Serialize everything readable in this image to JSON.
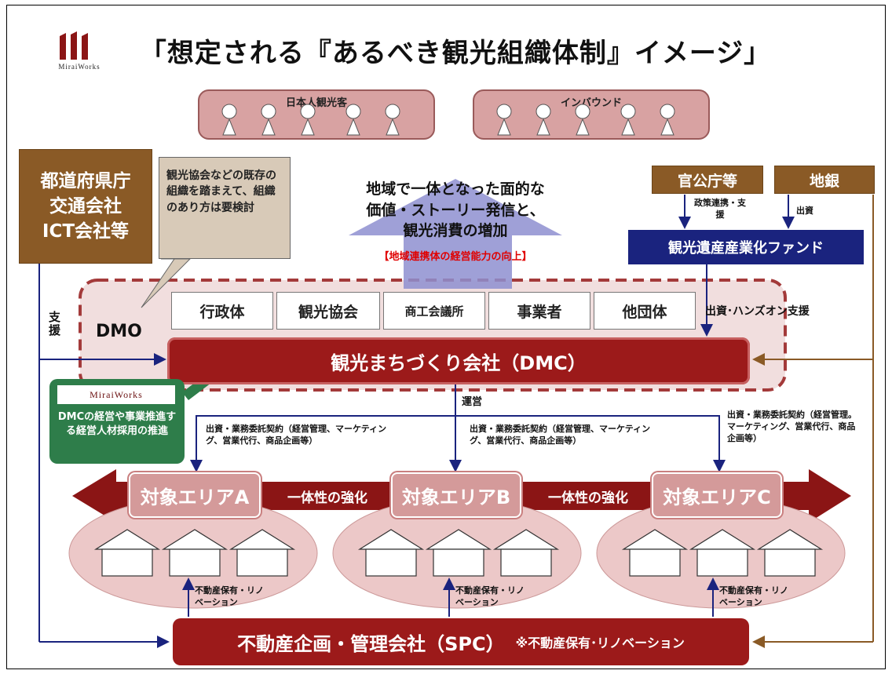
{
  "logo": {
    "text": "MiraiWorks"
  },
  "title": "「想定される『あるべき観光組織体制』イメージ」",
  "tourists": {
    "domestic_label": "日本人観光客",
    "inbound_label": "インバウンド"
  },
  "left_org": {
    "lines": [
      "都道府県庁",
      "交通会社",
      "ICT会社等"
    ]
  },
  "support_label": "支援",
  "callout": "観光協会などの既存の組織を踏まえて、組織のあり方は要検討",
  "center_message": {
    "lines": [
      "地域で一体となった面的な",
      "価値・ストーリー発信と、",
      "観光消費の増加"
    ],
    "sub": "【地域連携体の経営能力の向上】"
  },
  "gov": {
    "label": "官公庁等",
    "flow_label": "政策連携・支援"
  },
  "bank": {
    "label": "地銀",
    "flow_label": "出資"
  },
  "fund": {
    "label": "観光遺産産業化ファンド"
  },
  "dmo": {
    "label": "DMO",
    "members": [
      "行政体",
      "観光協会",
      "商工会議所",
      "事業者",
      "他団体"
    ],
    "hands_on": "出資･ハンズオン支援"
  },
  "dmc": {
    "label": "観光まちづくり会社（DMC）",
    "operate_label": "運営"
  },
  "miraiworks_box": {
    "logo": "MiraiWorks",
    "text": "DMCの経営や事業推進する経営人材採用の推進"
  },
  "contracts": {
    "left": "出資・業務委託契約（経営管理、マーケティング、営業代行、商品企画等）",
    "middle": "出資・業務委託契約（経営管理、マーケティング、営業代行、商品企画等）",
    "right": "出資・業務委託契約（経営管理。マーケティング、営業代行、商品企画等）"
  },
  "areas": [
    "対象エリアA",
    "対象エリアB",
    "対象エリアC"
  ],
  "unity_label": "一体性の強化",
  "realestate_label": "不動産保有・リノベーション",
  "spc": {
    "label": "不動産企画・管理会社（SPC）",
    "note": "※不動産保有･リノベーション"
  },
  "colors": {
    "dark_red": "#9c1a1a",
    "brown": "#8a5a26",
    "navy": "#1a237e",
    "green": "#2e7d4a",
    "pink": "#d8a2a2",
    "accent_red": "#e00000"
  }
}
